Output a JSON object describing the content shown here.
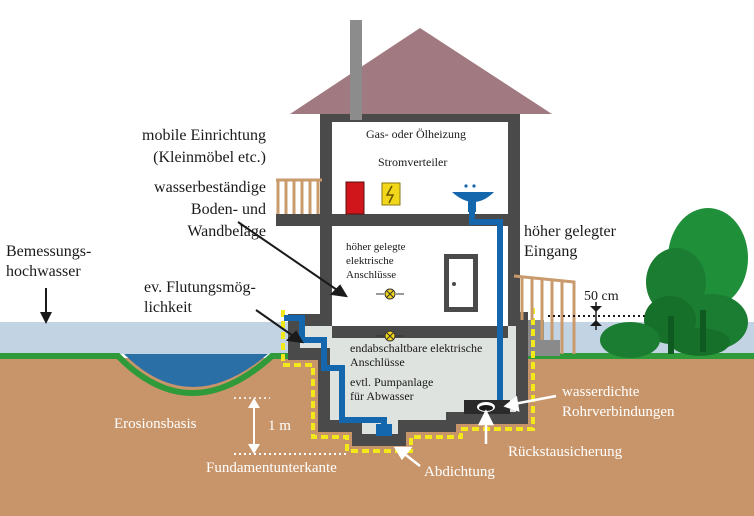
{
  "labels": {
    "mobile_1": "mobile Einrichtung",
    "mobile_2": "(Kleinmöbel etc.)",
    "heating": "Gas- oder Ölheizung",
    "distributor": "Stromverteiler",
    "floor_1": "wasserbeständige",
    "floor_2": "Boden- und",
    "floor_3": "Wandbeläge",
    "flood_1": "Bemessungs-",
    "flood_2": "hochwasser",
    "flooding_1": "ev. Flutungsmög-",
    "flooding_2": "lichkeit",
    "upper_1": "höher gelegte",
    "upper_2": "elektrische",
    "upper_3": "Anschlüsse",
    "entrance_1": "höher gelegter",
    "entrance_2": "Eingang",
    "height": "50 cm",
    "lower_1": "endabschaltbare elektrische",
    "lower_2": "Anschlüsse",
    "pump_1": "evtl. Pumpanlage",
    "pump_2": "für Abwasser",
    "pipes_1": "wasserdichte",
    "pipes_2": "Rohrverbindungen",
    "erosion": "Erosionsbasis",
    "depth": "1 m",
    "backflow": "Rückstausicherung",
    "foundation": "Fundamentunterkante",
    "sealing": "Abdichtung"
  },
  "colors": {
    "roof": "#a07a80",
    "wall": "#4a4a4a",
    "interior": "#ffffff",
    "basement": "#dfe3e0",
    "soil": "#c8956a",
    "grass": "#2f9a3a",
    "water": "#c2d4e4",
    "pond": "#2a6fa6",
    "pipe": "#1466ad",
    "sealing": "#f2e81a",
    "heater": "#d0161b",
    "railing": "#c99a6c",
    "tree": "#1f8f3a"
  }
}
